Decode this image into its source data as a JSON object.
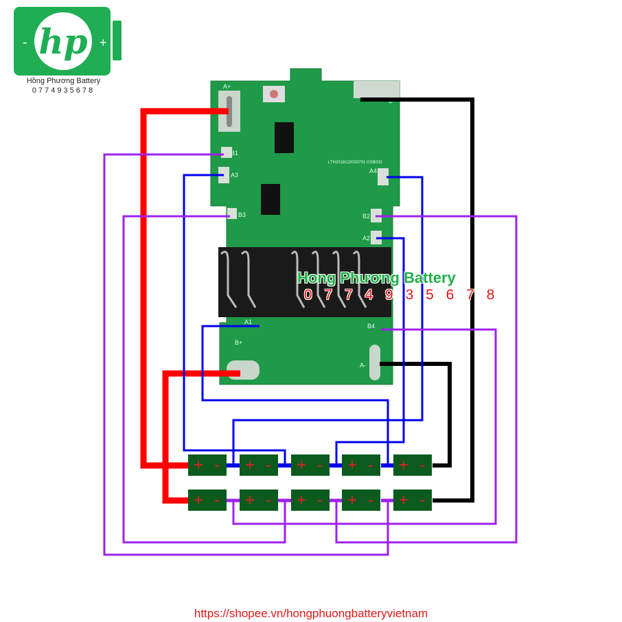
{
  "logo": {
    "brand": "hp",
    "minus": "-",
    "plus": "+",
    "name": "Hồng Phương Battery",
    "phone": "0774935678"
  },
  "watermark": {
    "name": "Hong Phương Battery",
    "phone": "0 7 7 4 9 3 5 6 7 8"
  },
  "board": {
    "pads": {
      "a_plus": "A+",
      "b_minus": "B-",
      "b1": "B1",
      "a3": "A3",
      "b3": "B3",
      "a4": "A4",
      "b2": "B2",
      "a2": "A2",
      "a1": "A1",
      "b4": "B4",
      "b_plus": "B+",
      "a_minus": "A-"
    },
    "marking": "LTH2018122003791 GSB033"
  },
  "cells": {
    "plus": "+",
    "minus": "-"
  },
  "colors": {
    "red": "#ff0000",
    "black": "#000000",
    "blue": "#0000ee",
    "purple": "#a020f0",
    "cell": "#0b5a1e",
    "pcb": "#1f9a48"
  },
  "footer": {
    "url": "https://shopee.vn/hongphuongbatteryvietnam"
  }
}
